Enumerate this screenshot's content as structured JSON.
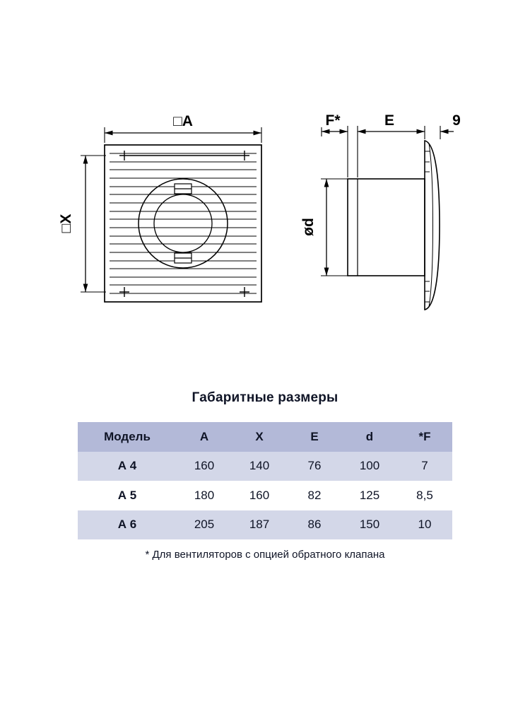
{
  "title": "Габаритные размеры",
  "drawing": {
    "front_view": {
      "width_label": "□A",
      "height_label": "□X"
    },
    "side_view": {
      "f_label": "F*",
      "e_label": "E",
      "depth_label": "9",
      "diameter_label": "ød"
    }
  },
  "table": {
    "headers": [
      "Модель",
      "А",
      "Х",
      "Е",
      "d",
      "*F"
    ],
    "rows": [
      {
        "model": "А 4",
        "values": [
          "160",
          "140",
          "76",
          "100",
          "7"
        ]
      },
      {
        "model": "А 5",
        "values": [
          "180",
          "160",
          "82",
          "125",
          "8,5"
        ]
      },
      {
        "model": "А 6",
        "values": [
          "205",
          "187",
          "86",
          "150",
          "10"
        ]
      }
    ],
    "colors": {
      "header_bg": "#b3b9d8",
      "row_alt_bg": "#d3d7e8",
      "row_bg": "#ffffff",
      "text": "#0f1426"
    }
  },
  "footnote": "* Для вентиляторов с опцией обратного клапана"
}
